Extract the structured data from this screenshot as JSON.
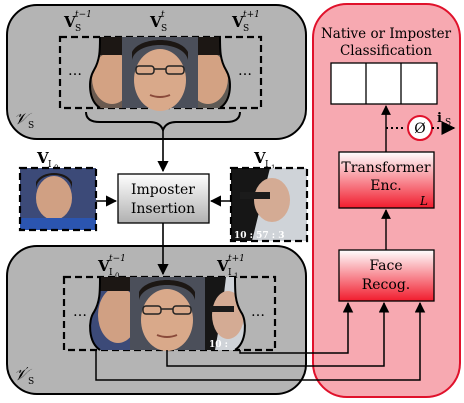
{
  "colors": {
    "panel_gray": "#b4b4b4",
    "panel_border": "#000000",
    "red_panel_fill": "#f7a9b1",
    "red_panel_border": "#e0112b",
    "red_block_top": "#ffffff",
    "red_block_bottom": "#f11c2d",
    "imposter_box_top": "#ffffff",
    "imposter_box_bottom": "#b0b0b0",
    "null_circle_stroke": "#e0112b",
    "skin": "#d9a98a",
    "hair": "#1c1714",
    "face_bg": "#4b4f5a"
  },
  "labels": {
    "vs_prev": {
      "base": "V",
      "sub": "S",
      "sup": "t−1"
    },
    "vs_curr": {
      "base": "V",
      "sub": "S",
      "sup": "t"
    },
    "vs_next": {
      "base": "V",
      "sub": "S",
      "sup": "t+1"
    },
    "vs_set": {
      "base": "𝒱",
      "sub": "S"
    },
    "vi0": {
      "base": "V",
      "sub": "I",
      "subsub": "0"
    },
    "vi1": {
      "base": "V",
      "sub": "I",
      "subsub": "1"
    },
    "vi0_prev": {
      "base": "V",
      "sub": "I",
      "subsub": "0",
      "sup": "t−1"
    },
    "vi1_next": {
      "base": "V",
      "sub": "I",
      "subsub": "1",
      "sup": "t+1"
    },
    "vs_prime_set": {
      "base": "𝒱",
      "prime": "′",
      "sub": "S"
    },
    "ellipsis": "…",
    "timestamp_1": "10 : 57 : 3",
    "timestamp_2": "10 :"
  },
  "blocks": {
    "imposter_insertion": [
      "Imposter",
      "Insertion"
    ],
    "transformer": [
      "Transformer",
      "Enc."
    ],
    "transformer_layers": "L",
    "face_recog": [
      "Face",
      "Recog."
    ],
    "classification_title": [
      "Native or Imposter",
      "Classification"
    ],
    "null_symbol": "Ø",
    "output_label": {
      "base": "i",
      "sub": "S"
    }
  }
}
